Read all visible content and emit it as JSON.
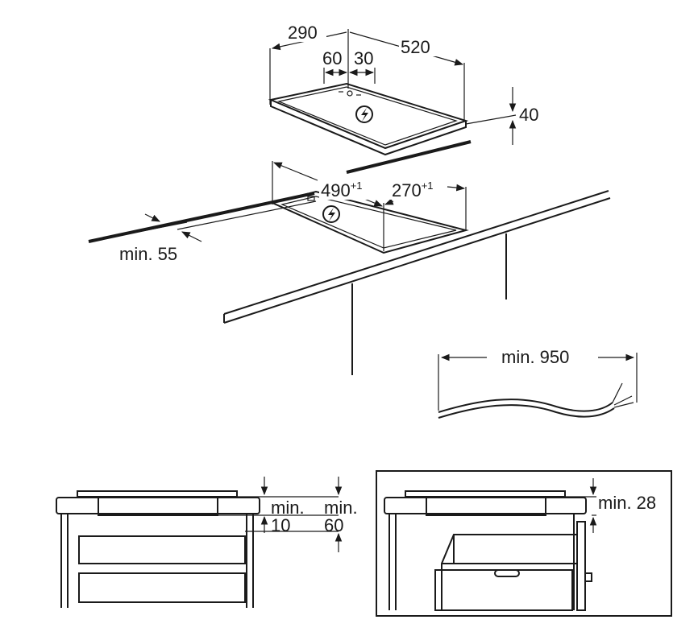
{
  "hob": {
    "depth": "290",
    "width": "520",
    "offset_left": "60",
    "offset_right": "30",
    "height": "40"
  },
  "cutout": {
    "width": "490",
    "width_tolerance": "+1",
    "depth": "270",
    "depth_tolerance": "+1",
    "min_front": "min. 55"
  },
  "cable": {
    "min_length": "min. 950"
  },
  "section_drawer": {
    "clearance_top_label": "min.",
    "clearance_top_value": "10",
    "clearance_side_label": "min.",
    "clearance_side_value": "60"
  },
  "section_oven": {
    "clearance": "min. 28"
  },
  "symbols": {
    "hazard_icon": "lightning-bolt-in-circle"
  }
}
